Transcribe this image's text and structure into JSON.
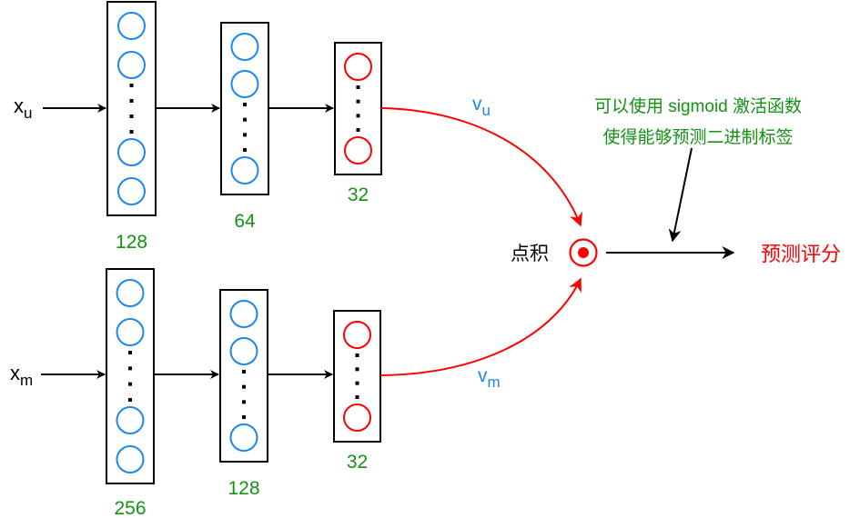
{
  "colors": {
    "neuron_blue": "#1e88ee",
    "neuron_red": "#ff0000",
    "label_green": "#149214",
    "vector_blue": "#1e88ee",
    "edge_black": "#000000",
    "curve_red": "#ff0000",
    "output_red": "#ff0000"
  },
  "user_tower": {
    "input": {
      "base": "x",
      "sub": "u"
    },
    "layers": [
      {
        "size_label": "128",
        "neurons_shown": 4,
        "color": "blue"
      },
      {
        "size_label": "64",
        "neurons_shown": 3,
        "color": "blue"
      },
      {
        "size_label": "32",
        "neurons_shown": 2,
        "color": "red"
      }
    ],
    "vector": {
      "base": "v",
      "sub": "u"
    }
  },
  "item_tower": {
    "input": {
      "base": "x",
      "sub": "m"
    },
    "layers": [
      {
        "size_label": "256",
        "neurons_shown": 4,
        "color": "blue"
      },
      {
        "size_label": "128",
        "neurons_shown": 3,
        "color": "blue"
      },
      {
        "size_label": "32",
        "neurons_shown": 2,
        "color": "red"
      }
    ],
    "vector": {
      "base": "v",
      "sub": "m"
    }
  },
  "dot_product": {
    "label": "点积",
    "icon": "dot-product-icon"
  },
  "annotation": {
    "line1": "可以使用 sigmoid 激活函数",
    "line2": "使得能够预测二进制标签"
  },
  "output": {
    "label": "预测评分"
  }
}
